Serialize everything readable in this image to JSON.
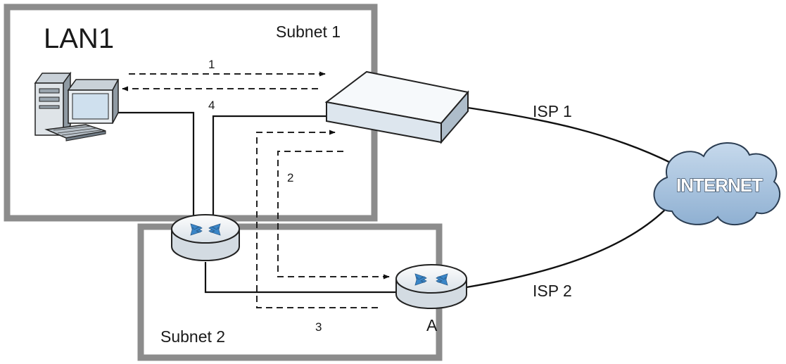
{
  "labels": {
    "lan": "LAN1",
    "subnet1": "Subnet 1",
    "subnet2": "Subnet 2",
    "isp1": "ISP 1",
    "isp2": "ISP 2",
    "internet": "INTERNET",
    "router_a": "A",
    "path1": "1",
    "path2": "2",
    "path3": "3",
    "path4": "4"
  },
  "colors": {
    "boundary": "#8c8c8c",
    "device_face": "#dde6ee",
    "device_top": "#f6f9fb",
    "device_side": "#aebdca",
    "cloud": "#a9c3dd",
    "arrow": "#2f7fc1"
  }
}
